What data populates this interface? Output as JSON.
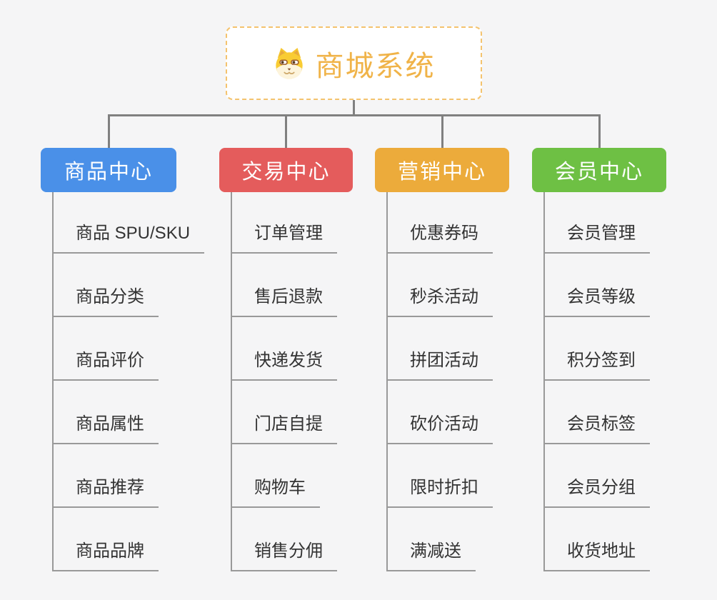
{
  "root": {
    "title": "商城系统",
    "icon": "shiba-dog-emoji"
  },
  "colors": {
    "root_text": "#f0b348",
    "root_border": "#f4c36e",
    "connector": "#808080",
    "child_line": "#999999",
    "child_text": "#333333",
    "background": "#f5f5f6"
  },
  "branches": [
    {
      "id": "product-center",
      "label": "商品中心",
      "color": "#4a90e8",
      "children": [
        "商品 SPU/SKU",
        "商品分类",
        "商品评价",
        "商品属性",
        "商品推荐",
        "商品品牌"
      ]
    },
    {
      "id": "trade-center",
      "label": "交易中心",
      "color": "#e45c5c",
      "children": [
        "订单管理",
        "售后退款",
        "快递发货",
        "门店自提",
        "购物车",
        "销售分佣"
      ]
    },
    {
      "id": "marketing-center",
      "label": "营销中心",
      "color": "#ecab3b",
      "children": [
        "优惠券码",
        "秒杀活动",
        "拼团活动",
        "砍价活动",
        "限时折扣",
        "满减送"
      ]
    },
    {
      "id": "member-center",
      "label": "会员中心",
      "color": "#6ec044",
      "children": [
        "会员管理",
        "会员等级",
        "积分签到",
        "会员标签",
        "会员分组",
        "收货地址"
      ]
    }
  ]
}
